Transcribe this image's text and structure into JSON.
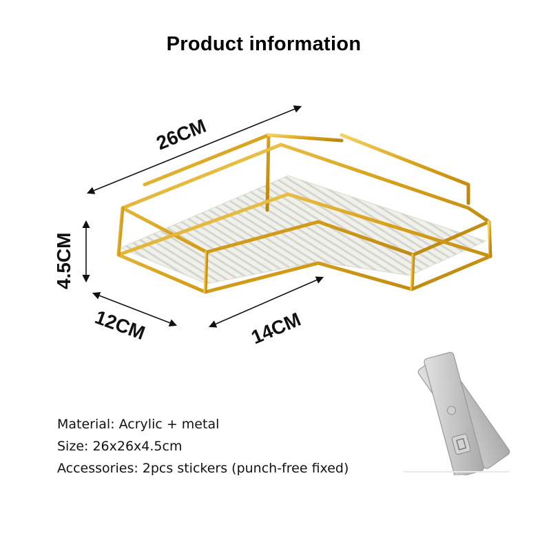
{
  "title": "Product information",
  "dimensions": {
    "length": "26CM",
    "height": "4.5CM",
    "side_a": "12CM",
    "side_b": "14CM"
  },
  "specs": {
    "material": "Material: Acrylic + metal",
    "size": "Size: 26x26x4.5cm",
    "accessories": "Accessories: 2pcs stickers (punch-free fixed)"
  },
  "colors": {
    "gold": "#d8a520",
    "gold_light": "#f2d060",
    "acrylic": "#e9e9e4",
    "sticker": "#c9c9c9"
  }
}
